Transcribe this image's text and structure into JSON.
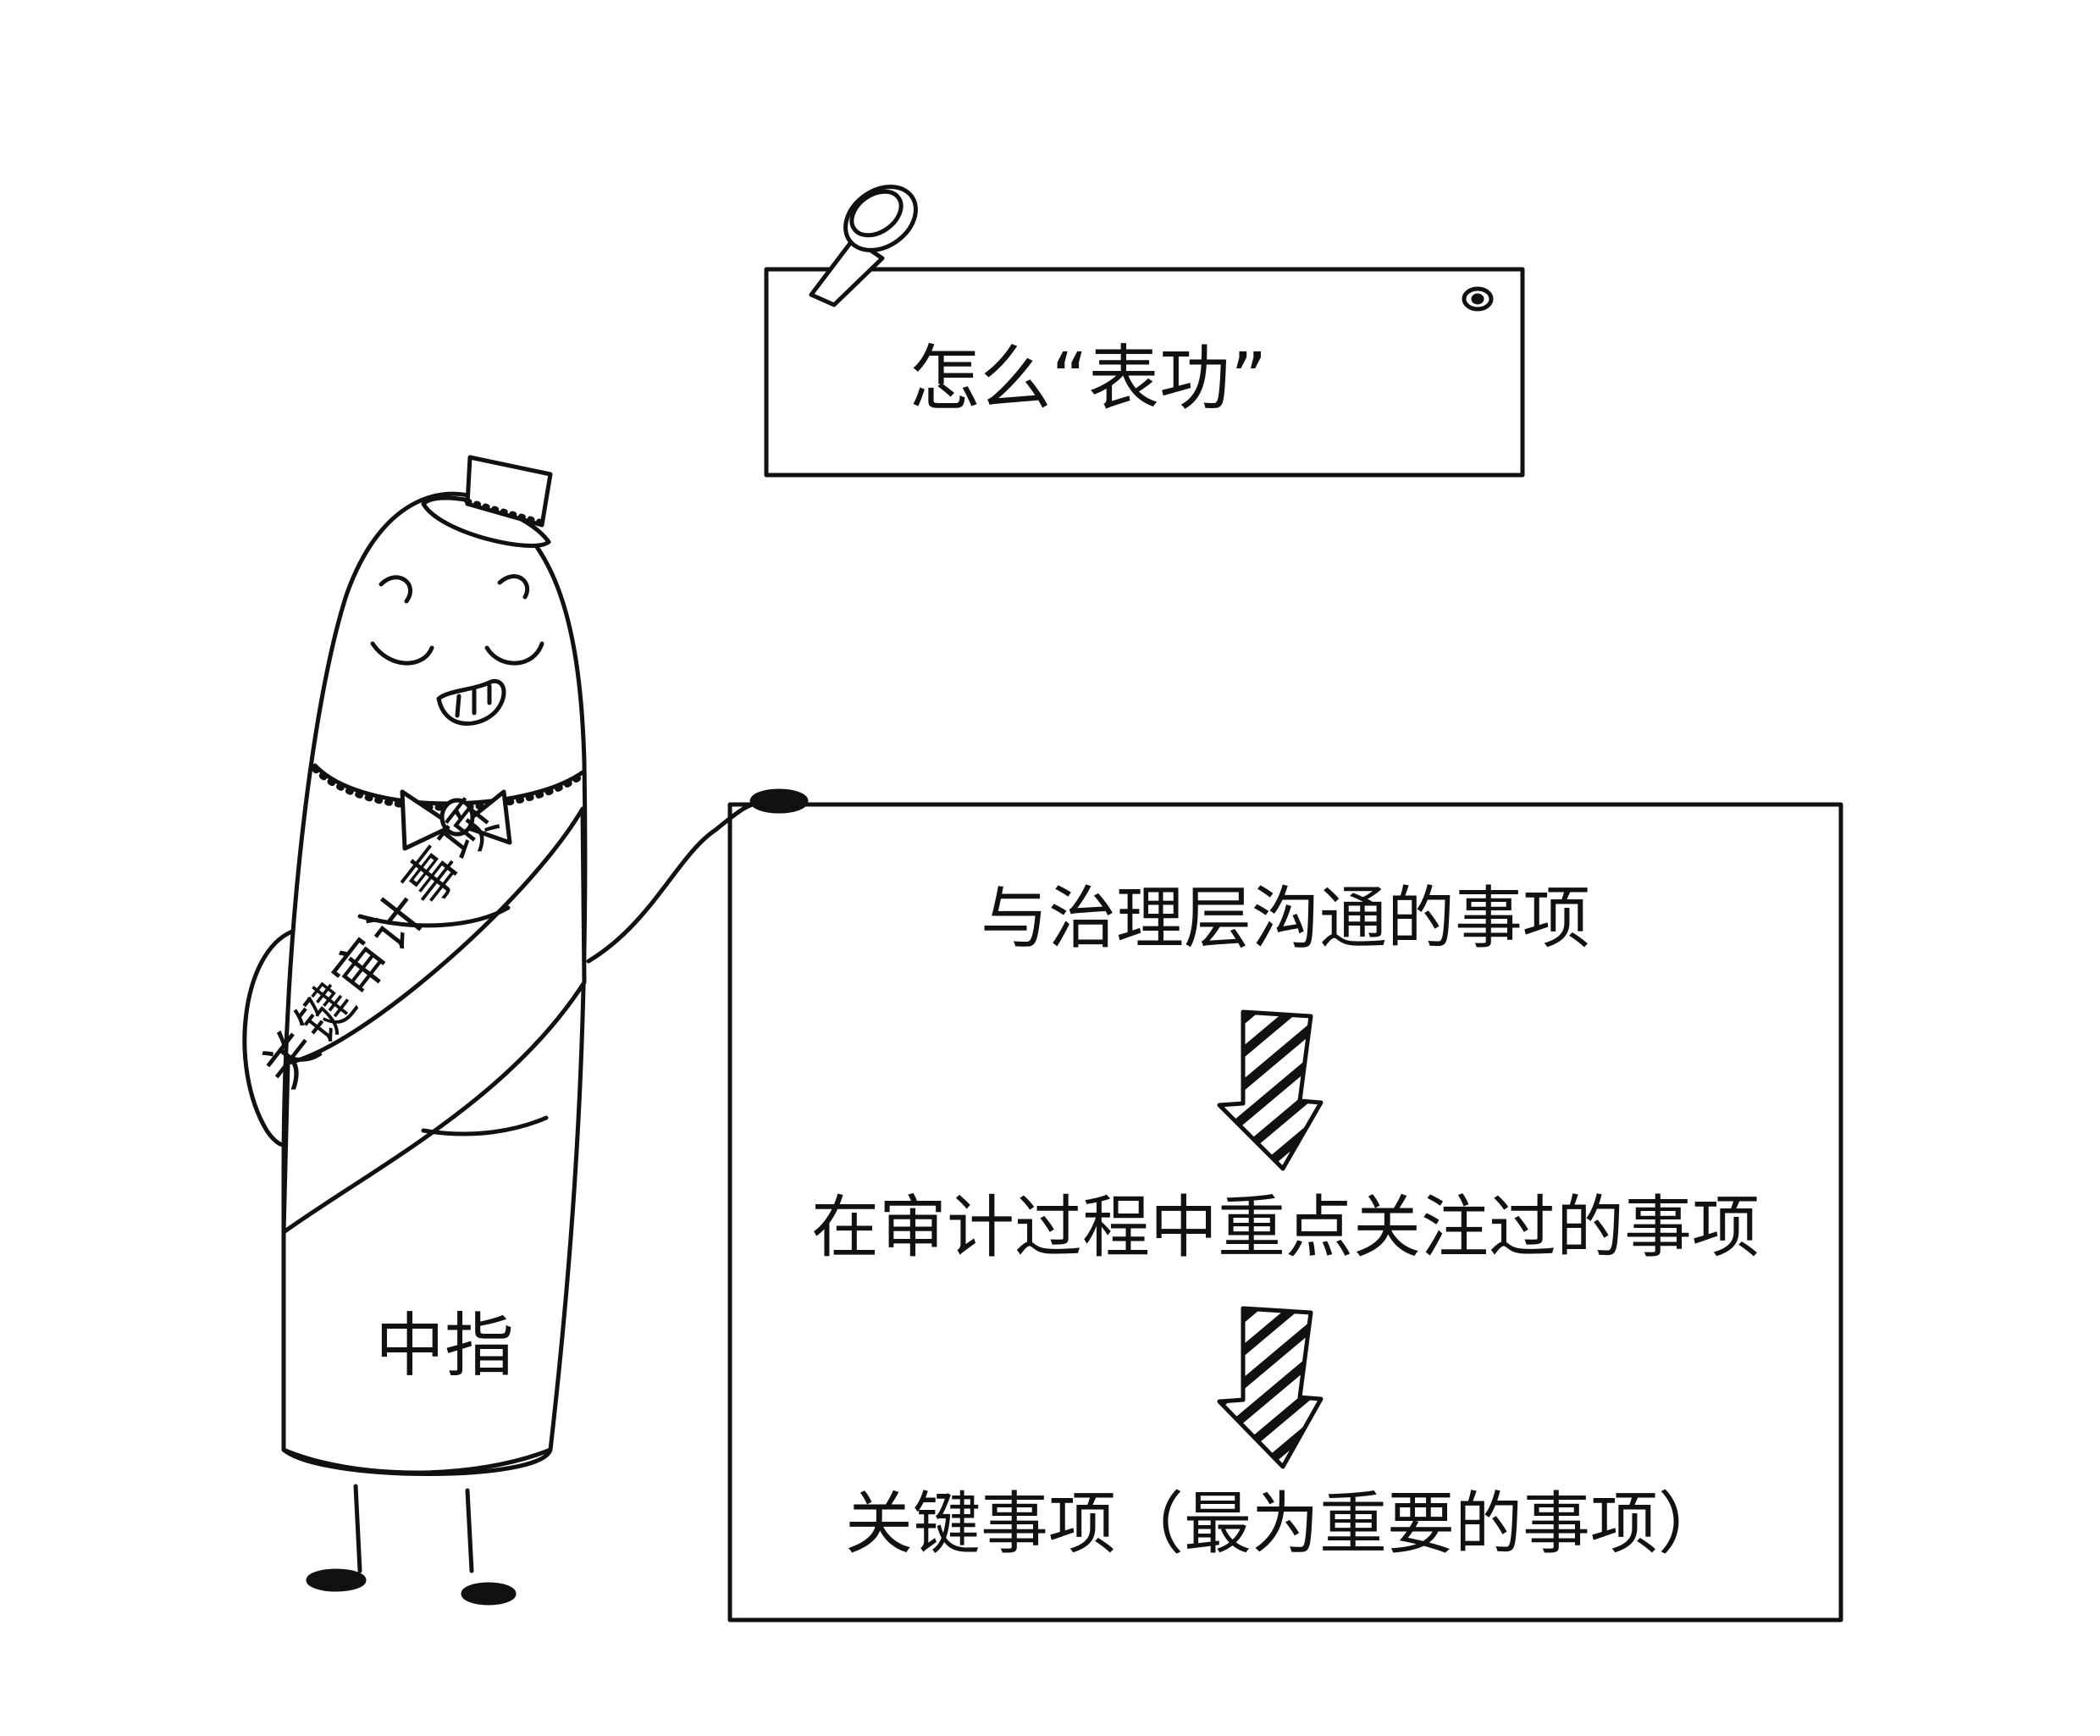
{
  "sign": {
    "title": "怎么“表功”"
  },
  "board": {
    "steps": [
      {
        "label": "与治理层沟通的事项"
      },
      {
        "label": "在审计过程中重点关注过的事项"
      },
      {
        "label": "关键事项（最为重要的事项）"
      }
    ]
  },
  "character": {
    "sash_text": "关键审计事项",
    "body_label": "中指"
  },
  "icons": {
    "arrow_1": "striped-down-arrow-icon",
    "arrow_2": "striped-down-arrow-icon",
    "pin": "push-pin-icon",
    "hat": "top-hat-icon",
    "bow_tie": "bow-tie-icon"
  },
  "colors": {
    "ink": "#111111",
    "paper": "#ffffff"
  }
}
